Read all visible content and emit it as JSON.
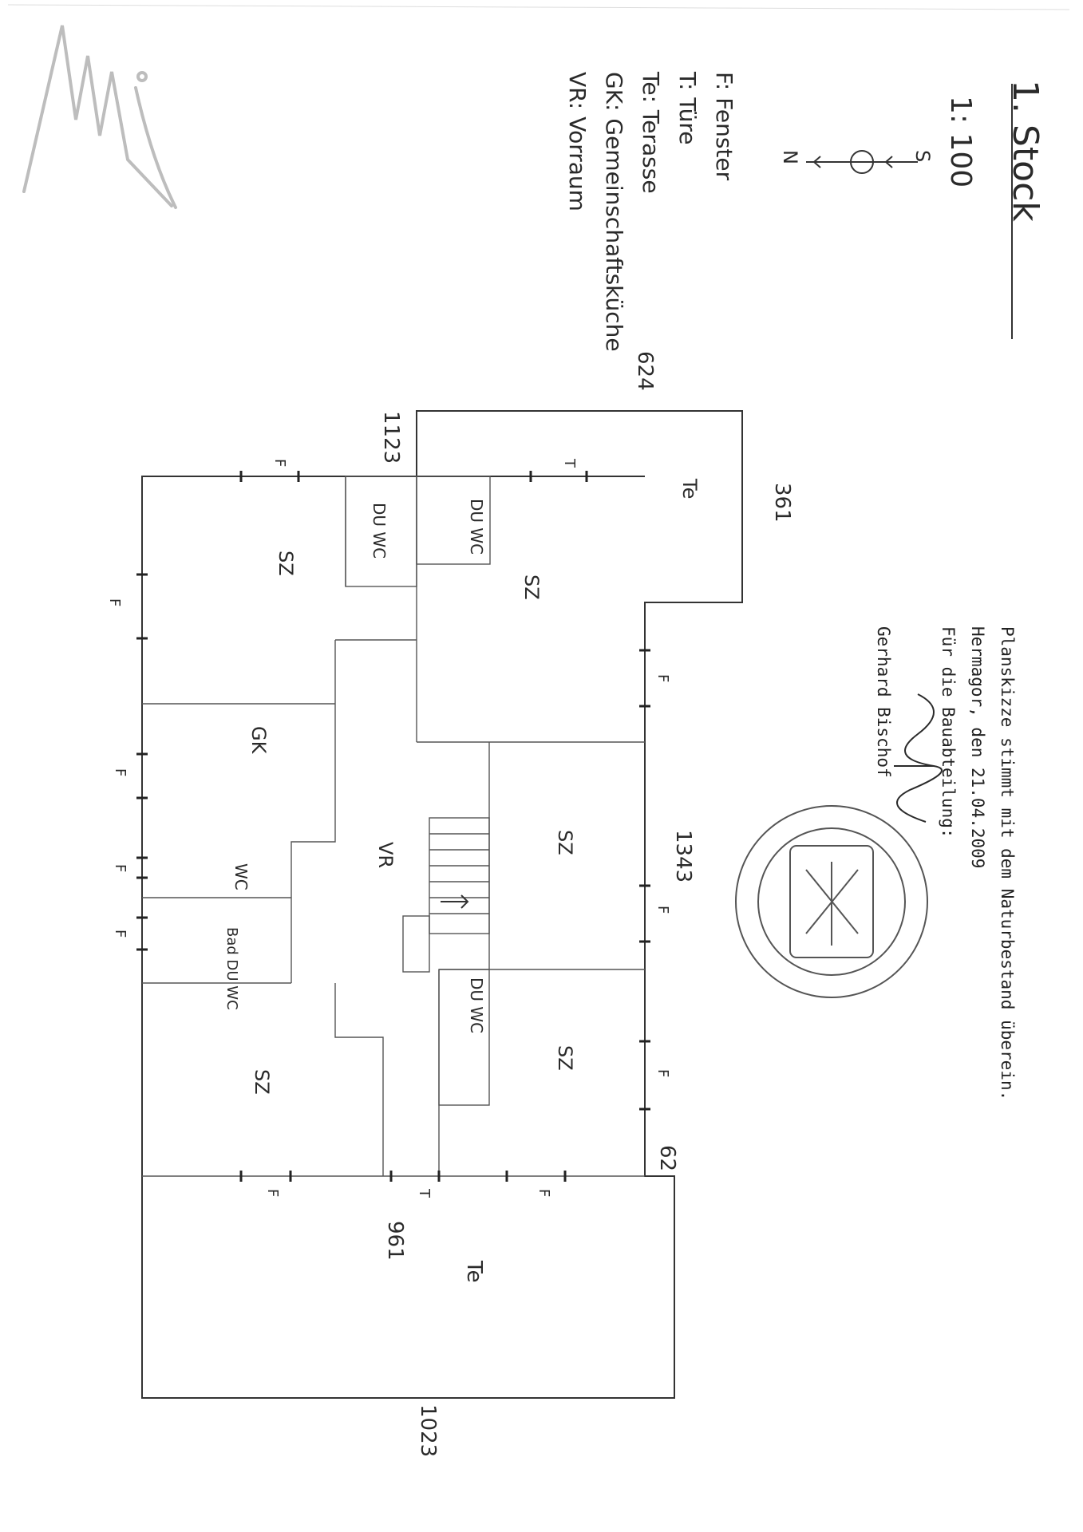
{
  "title": "1. Stock",
  "scale": "1: 100",
  "compass": {
    "south": "S",
    "north": "N"
  },
  "legend": [
    "F: Fenster",
    "T: Türe",
    "Te: Terasse",
    "GK: Gemeinschaftsküche",
    "VR: Vorraum"
  ],
  "dimensions": {
    "d624": "624",
    "d1123": "1123",
    "d361": "361",
    "d1343": "1343",
    "d62": "62",
    "d961": "961",
    "d1023": "1023"
  },
  "rooms": {
    "te_top": "Te",
    "te_bottom": "Te",
    "du_wc_1": "DU WC",
    "du_wc_2": "DU WC",
    "du_wc_3": "DU WC",
    "wc": "WC",
    "bad_du_wc": "Bad DU WC",
    "sz_1": "SZ",
    "sz_2": "SZ",
    "sz_3": "SZ",
    "sz_4": "SZ",
    "sz_5": "SZ",
    "gk": "GK",
    "vr": "VR"
  },
  "marks": {
    "fenster": "F",
    "tuere": "T"
  },
  "certification": {
    "line1": "Planskizze stimmt mit dem Naturbestand überein.",
    "line2": "Hermagor, den 21.04.2009",
    "line3": "Für die Bauabteilung:",
    "line4": "Gerhard Bischof"
  },
  "colors": {
    "ink": "#2a2a2a",
    "stamp": "#555555",
    "initials": "#bdbdbd"
  }
}
